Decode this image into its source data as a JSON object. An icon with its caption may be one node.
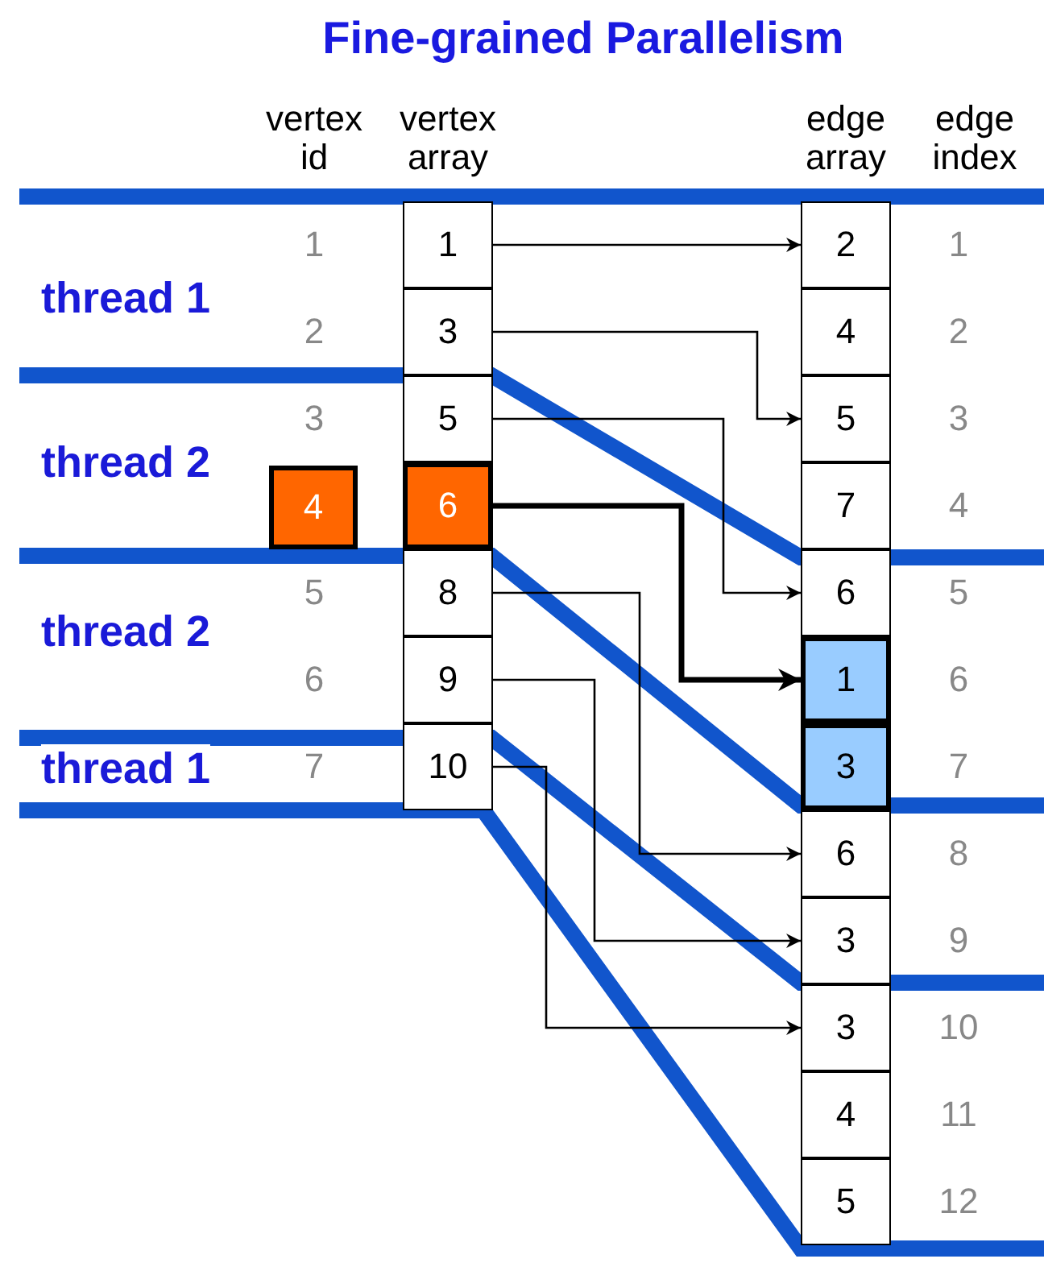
{
  "diagram": {
    "title": "Fine-grained Parallelism",
    "nodes": [
      {
        "text": [
          "1"
        ]
      },
      {
        "text": [
          "3"
        ]
      },
      {
        "text": [
          "5"
        ]
      },
      {
        "text": [
          "6"
        ]
      },
      {
        "text": [
          "8"
        ]
      },
      {
        "text": [
          "9"
        ]
      },
      {
        "text": [
          "10"
        ]
      },
      {
        "text": [
          "2"
        ]
      },
      {
        "text": [
          "4"
        ]
      },
      {
        "text": [
          "5"
        ]
      },
      {
        "text": [
          "7"
        ]
      },
      {
        "text": [
          "6"
        ]
      },
      {
        "text": [
          "1"
        ]
      },
      {
        "text": [
          "3"
        ]
      },
      {
        "text": [
          "6"
        ]
      },
      {
        "text": [
          "3"
        ]
      },
      {
        "text": [
          "3"
        ]
      },
      {
        "text": [
          "4"
        ]
      },
      {
        "text": [
          "5"
        ]
      },
      {
        "text": [
          "4"
        ]
      }
    ],
    "edges": [
      {
        "from": 0,
        "to": 7,
        "arrow": "to"
      },
      {
        "from": 1,
        "to": 9,
        "arrow": "to"
      },
      {
        "from": 2,
        "to": 11,
        "arrow": "to"
      },
      {
        "from": 3,
        "to": 12,
        "arrow": "to",
        "style": "thick"
      },
      {
        "from": 4,
        "to": 14,
        "arrow": "to"
      },
      {
        "from": 5,
        "to": 15,
        "arrow": "to"
      },
      {
        "from": 6,
        "to": 16,
        "arrow": "to"
      }
    ],
    "labels": [
      "vertex id",
      "vertex array",
      "edge array",
      "edge index",
      "1",
      "1",
      "thread 1",
      "2",
      "2",
      "3",
      "3",
      "thread 2",
      "4",
      "5",
      "5",
      "thread 2",
      "6",
      "6",
      "thread 1",
      "7",
      "7",
      "8",
      "9",
      "10",
      "11",
      "12"
    ]
  }
}
